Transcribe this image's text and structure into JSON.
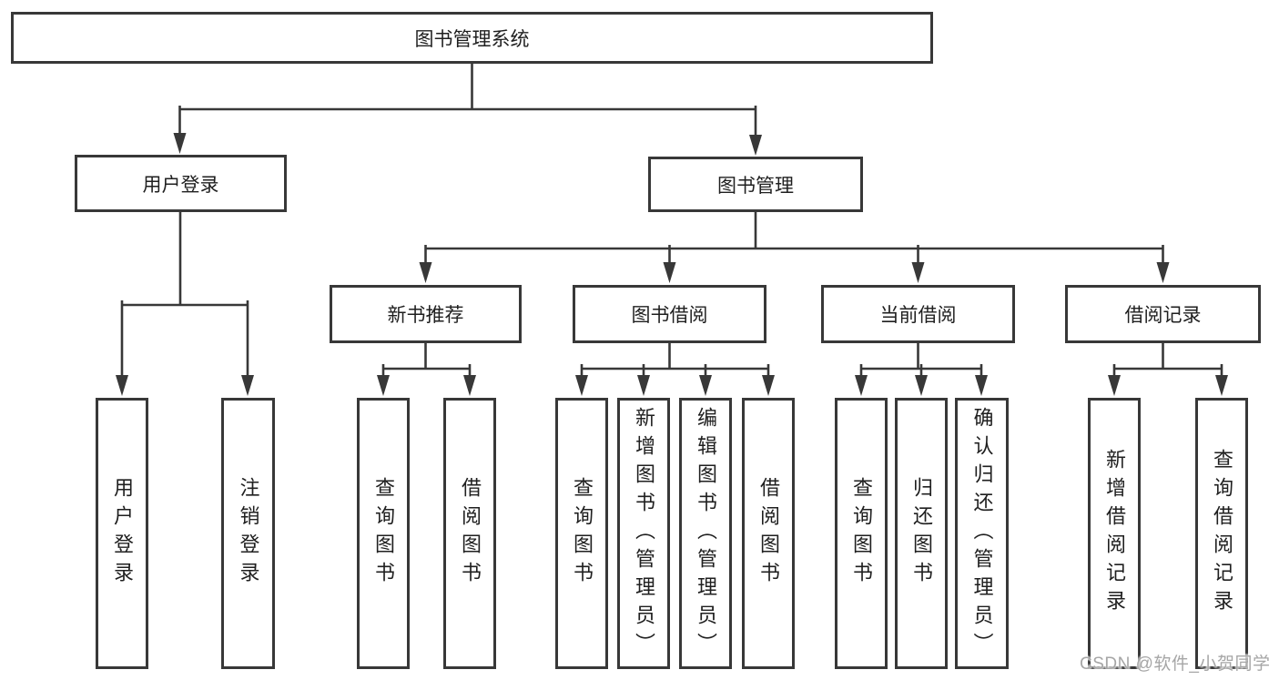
{
  "colors": {
    "line": "#383838",
    "box_border": "#383838",
    "text": "#1f1f1f",
    "background": "#ffffff",
    "watermark": "#a6a6a6"
  },
  "watermark": {
    "text": "CSDN @软件_小贺同学"
  },
  "tree": {
    "label": "图书管理系统",
    "children": [
      {
        "label": "用户登录",
        "children": [
          {
            "label": "用户登录"
          },
          {
            "label": "注销登录"
          }
        ]
      },
      {
        "label": "图书管理",
        "children": [
          {
            "label": "新书推荐",
            "children": [
              {
                "label": "查询图书"
              },
              {
                "label": "借阅图书"
              }
            ]
          },
          {
            "label": "图书借阅",
            "children": [
              {
                "label": "查询图书"
              },
              {
                "label": "新增图书（管理员）"
              },
              {
                "label": "编辑图书（管理员）"
              },
              {
                "label": "借阅图书"
              }
            ]
          },
          {
            "label": "当前借阅",
            "children": [
              {
                "label": "查询图书"
              },
              {
                "label": "归还图书"
              },
              {
                "label": "确认归还（管理员）"
              }
            ]
          },
          {
            "label": "借阅记录",
            "children": [
              {
                "label": "新增借阅记录"
              },
              {
                "label": "查询借阅记录"
              }
            ]
          }
        ]
      }
    ]
  }
}
